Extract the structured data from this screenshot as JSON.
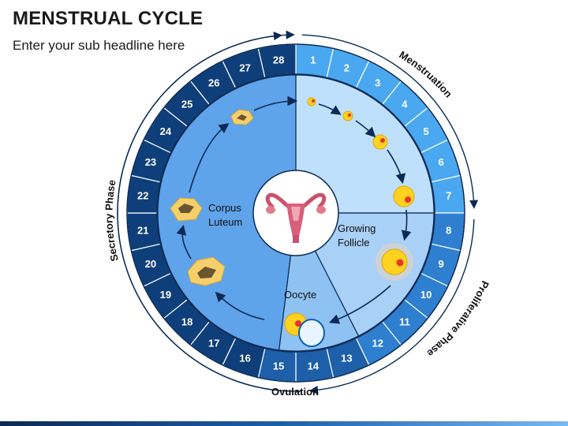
{
  "title": "MENSTRUAL CYCLE",
  "subtitle": "Enter your sub headline here",
  "phases": {
    "menstruation": "Menstruation",
    "proliferative": "Proliferative Phase",
    "ovulation": "Ovulation",
    "secretory": "Secretory Phase"
  },
  "stages": {
    "corpus_luteum_line1": "Corpus",
    "corpus_luteum_line2": "Luteum",
    "growing_follicle_line1": "Growing",
    "growing_follicle_line2": "Follicle",
    "oocyte": "Oocyte"
  },
  "days": [
    "1",
    "2",
    "3",
    "4",
    "5",
    "6",
    "7",
    "8",
    "9",
    "10",
    "11",
    "12",
    "13",
    "14",
    "15",
    "16",
    "17",
    "18",
    "19",
    "20",
    "21",
    "22",
    "23",
    "24",
    "25",
    "26",
    "27",
    "28"
  ],
  "colors": {
    "menstruation_band": "#4aa8f0",
    "proliferative_band": "#2f7fd0",
    "ovulation_band": "#1d5fa8",
    "secretory_band": "#0e3f7a",
    "inner_secretory": "#5fa3ea",
    "inner_menstrual": "#bfe0fb",
    "inner_follicle": "#a9d0f7",
    "inner_oocyte": "#8ec2f2",
    "outline": "#0b2a55",
    "follicle_yellow": "#ffd21f",
    "nucleus_red": "#e8352b",
    "luteum_yellow": "#f5cf6a"
  }
}
